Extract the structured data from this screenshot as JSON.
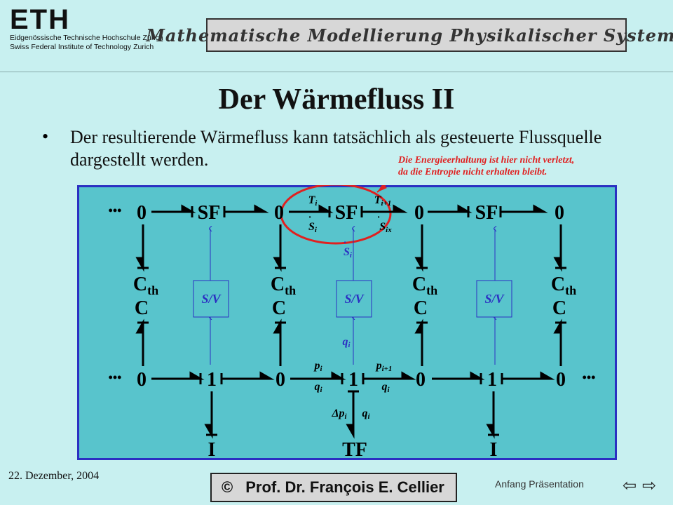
{
  "header": {
    "logo_mark": "ETH",
    "logo_line1": "Eidgenössische Technische Hochschule Zürich",
    "logo_line2": "Swiss Federal Institute of Technology Zurich",
    "course_title": "Mathematische Modellierung Physikalischer Systeme"
  },
  "slide": {
    "title": "Der Wärmefluss II",
    "bullet": "Der resultierende Wärmefluss kann tatsächlich als gesteuerte Flussquelle dargestellt werden.",
    "annotation_line1": "Die Energieerhaltung ist hier nicht verletzt,",
    "annotation_line2": "da die Entropie nicht erhalten bleibt."
  },
  "diagram": {
    "top_row": [
      "0",
      "SF",
      "0",
      "SF",
      "0",
      "SF",
      "0"
    ],
    "middle_row": [
      "C",
      "C",
      "C",
      "C"
    ],
    "middle_subscript": "th",
    "sv_label": "S/V",
    "bottom_row": [
      "0",
      "1",
      "0",
      "1",
      "0",
      "1",
      "0"
    ],
    "bottom_elements": [
      "I",
      "TF",
      "I"
    ],
    "ellipsis": "•••",
    "labels": {
      "T_i": "T",
      "T_i_sub": "i",
      "S_i": "S",
      "S_i_sub": "i",
      "T_i1": "T",
      "T_i1_sub": "i+1",
      "S_ix": "S",
      "S_ix_sub": "ix",
      "S_i_vert": "S",
      "S_i_vert_sub": "i",
      "q_i": "q",
      "q_i_sub": "i",
      "p": "p",
      "p_i_sub": "i",
      "p_i1_sub": "i+1",
      "delta_p": "Δp",
      "delta_p_sub": "i"
    }
  },
  "footer": {
    "date": "22. Dezember, 2004",
    "copyright": "©",
    "author": "Prof. Dr. François E. Cellier",
    "nav_label": "Anfang Präsentation",
    "nav_back": "⇦",
    "nav_forward": "⇨"
  },
  "colors": {
    "background": "#c8f0f0",
    "panel": "#58c4cc",
    "panel_border": "#2b2fc2",
    "annotation": "#e02020",
    "signal": "#2b2fc2"
  }
}
